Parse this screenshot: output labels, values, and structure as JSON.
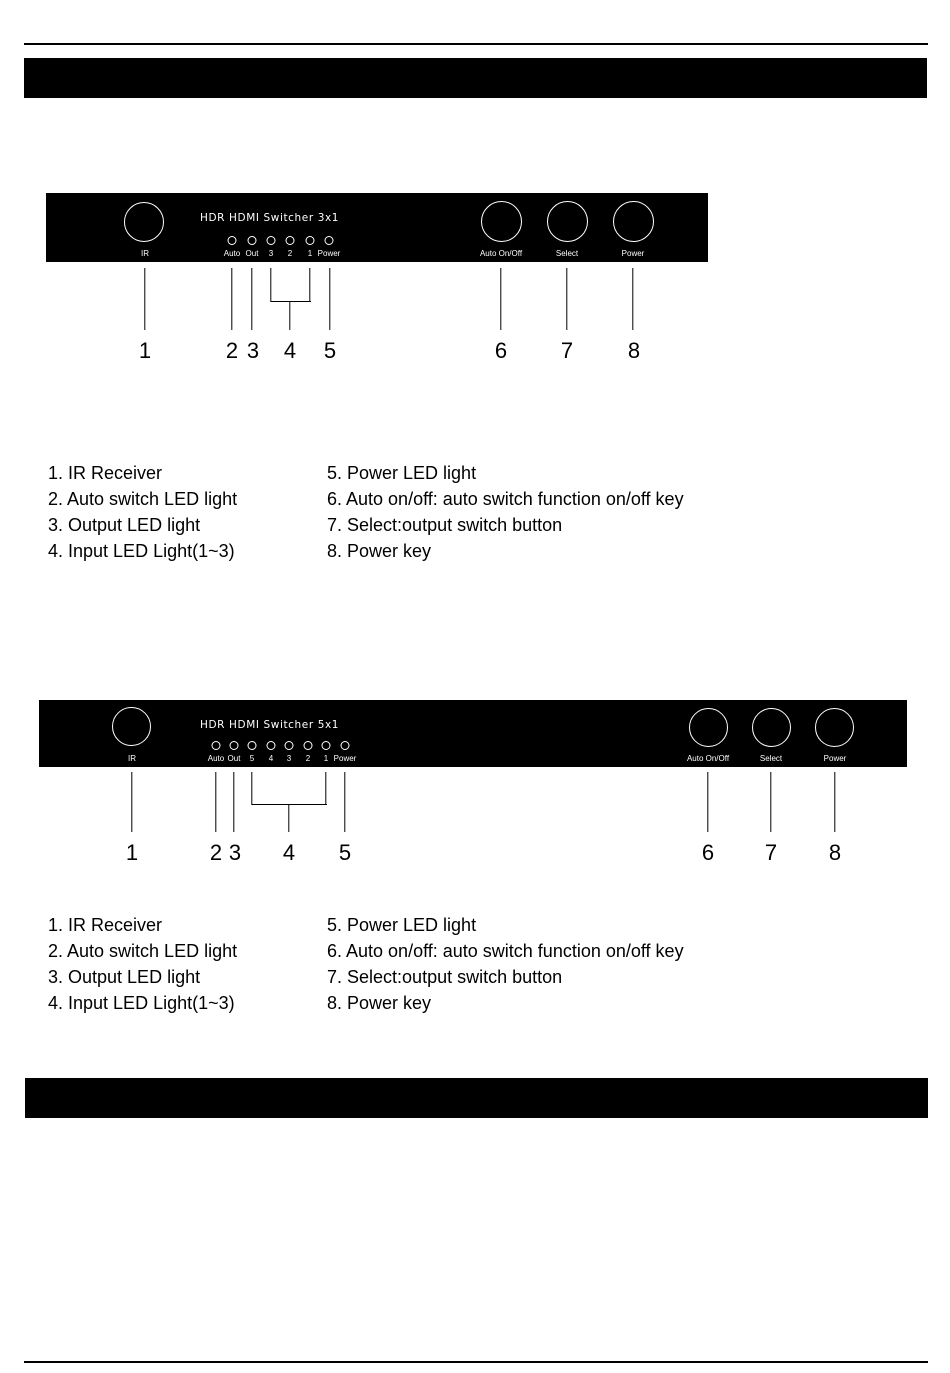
{
  "panel_3x1": {
    "title": "HDR HDMI Switcher 3x1",
    "labels": {
      "ir": "IR",
      "auto": "Auto",
      "out": "Out",
      "in3": "3",
      "in2": "2",
      "in1": "1",
      "power_led": "Power",
      "auto_onoff": "Auto On/Off",
      "select": "Select",
      "power": "Power"
    },
    "callouts": [
      "1",
      "2",
      "3",
      "4",
      "5",
      "6",
      "7",
      "8"
    ]
  },
  "legend_3x1": {
    "left": [
      "1. IR Receiver",
      "2. Auto switch LED light",
      "3. Output LED light",
      "4. Input LED Light(1~3)"
    ],
    "right": [
      "5. Power LED light",
      "6. Auto on/off: auto switch function on/off key",
      "7. Select:output switch button",
      "8. Power key"
    ]
  },
  "panel_5x1": {
    "title": "HDR HDMI Switcher 5x1",
    "labels": {
      "ir": "IR",
      "auto": "Auto",
      "out": "Out",
      "in5": "5",
      "in4": "4",
      "in3": "3",
      "in2": "2",
      "in1": "1",
      "power_led": "Power",
      "auto_onoff": "Auto On/Off",
      "select": "Select",
      "power": "Power"
    },
    "callouts": [
      "1",
      "2",
      "3",
      "4",
      "5",
      "6",
      "7",
      "8"
    ]
  },
  "legend_5x1": {
    "left": [
      "1. IR Receiver",
      "2. Auto switch LED light",
      "3. Output LED light",
      "4. Input LED Light(1~3)"
    ],
    "right": [
      "5. Power LED light",
      "6. Auto on/off: auto switch function on/off key",
      "7. Select:output switch button",
      "8. Power key"
    ]
  }
}
